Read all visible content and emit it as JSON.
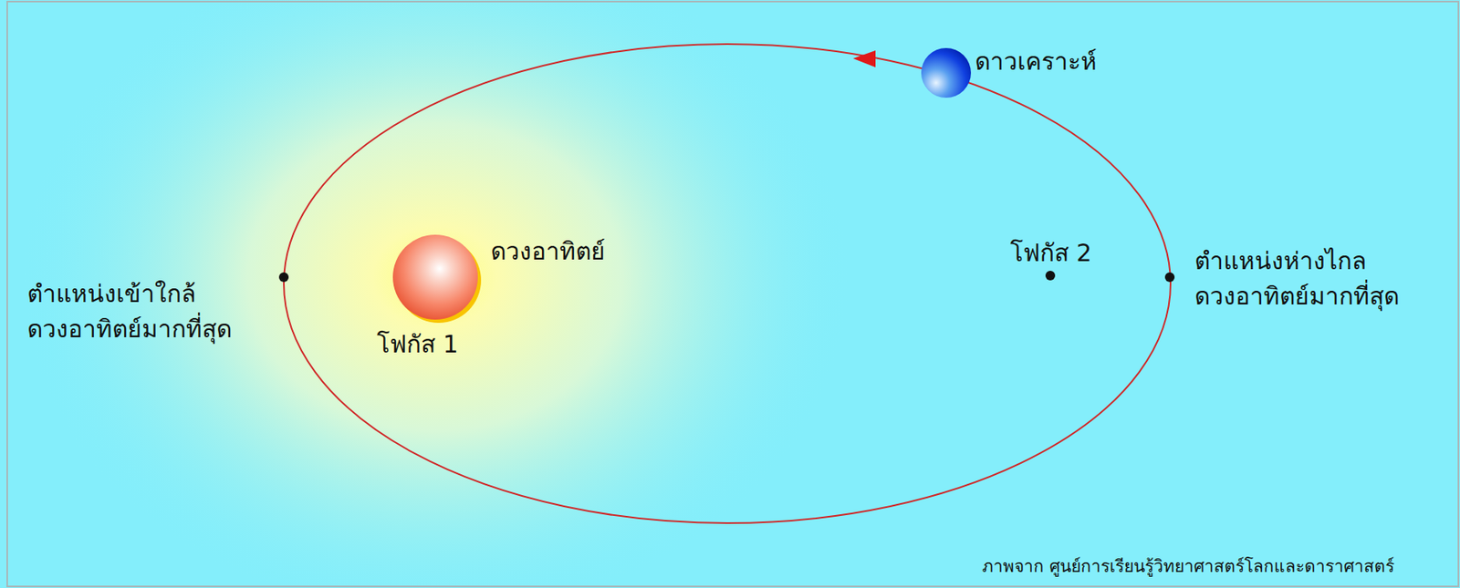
{
  "diagram": {
    "caption": "ภาพจาก ศูนย์การเรียนรู้วิทยาศาสตร์โลกและดาราศาสตร์",
    "labels": [
      "ดาวเคราะห์",
      "ดวงอาทิตย์",
      "โฟกัส 1",
      "โฟกัส 2",
      "ตำแหน่งเข้าใกล้ ดวงอาทิตย์มากที่สุด",
      "ตำแหน่งห่างไกล ดวงอาทิตย์มากที่สุด"
    ]
  }
}
